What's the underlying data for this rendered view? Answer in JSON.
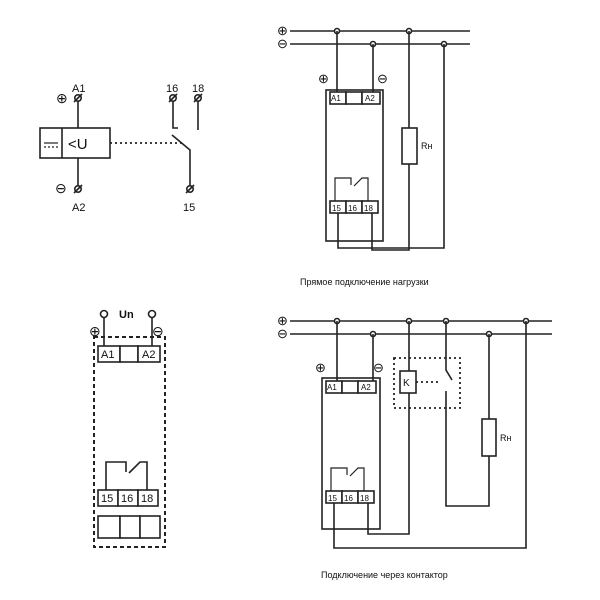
{
  "relay_symbol": {
    "pos_sign": "⊕",
    "neg_sign": "⊖",
    "a1": "A1",
    "a2": "A2",
    "undervoltage": "<U",
    "t16": "16",
    "t18": "18",
    "t15": "15"
  },
  "module": {
    "un": "Un",
    "a1": "A1",
    "a2": "A2",
    "t15": "15",
    "t16": "16",
    "t18": "18"
  },
  "direct": {
    "a1": "A1",
    "a2": "A2",
    "t15": "15",
    "t16": "16",
    "t18": "18",
    "load": "Rн",
    "caption": "Прямое подключение нагрузки"
  },
  "contactor": {
    "a1": "A1",
    "a2": "A2",
    "t15": "15",
    "t16": "16",
    "t18": "18",
    "k": "K",
    "load": "Rн",
    "caption": "Подключение через контактор"
  }
}
